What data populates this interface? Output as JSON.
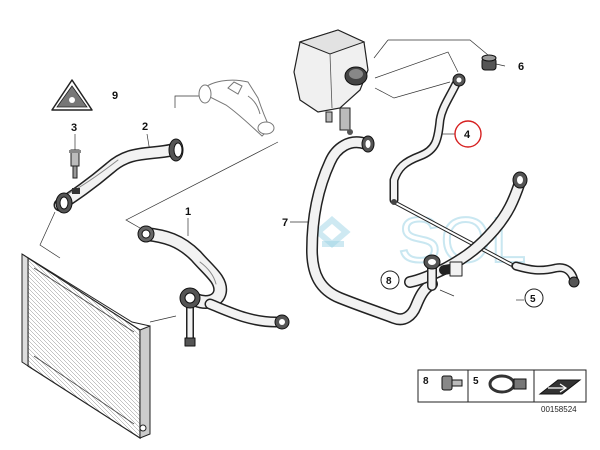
{
  "callouts": {
    "p1": "1",
    "p2": "2",
    "p3": "3",
    "p4": "4",
    "p5": "5",
    "p6": "6",
    "p7": "7",
    "p8": "8",
    "p9": "9"
  },
  "legend": {
    "item_8": "8",
    "item_5": "5"
  },
  "watermark": "SOL",
  "diagram_code": "00158524",
  "colors": {
    "line": "#222222",
    "highlight": "#d62020",
    "watermark": "#9ed4e6"
  }
}
